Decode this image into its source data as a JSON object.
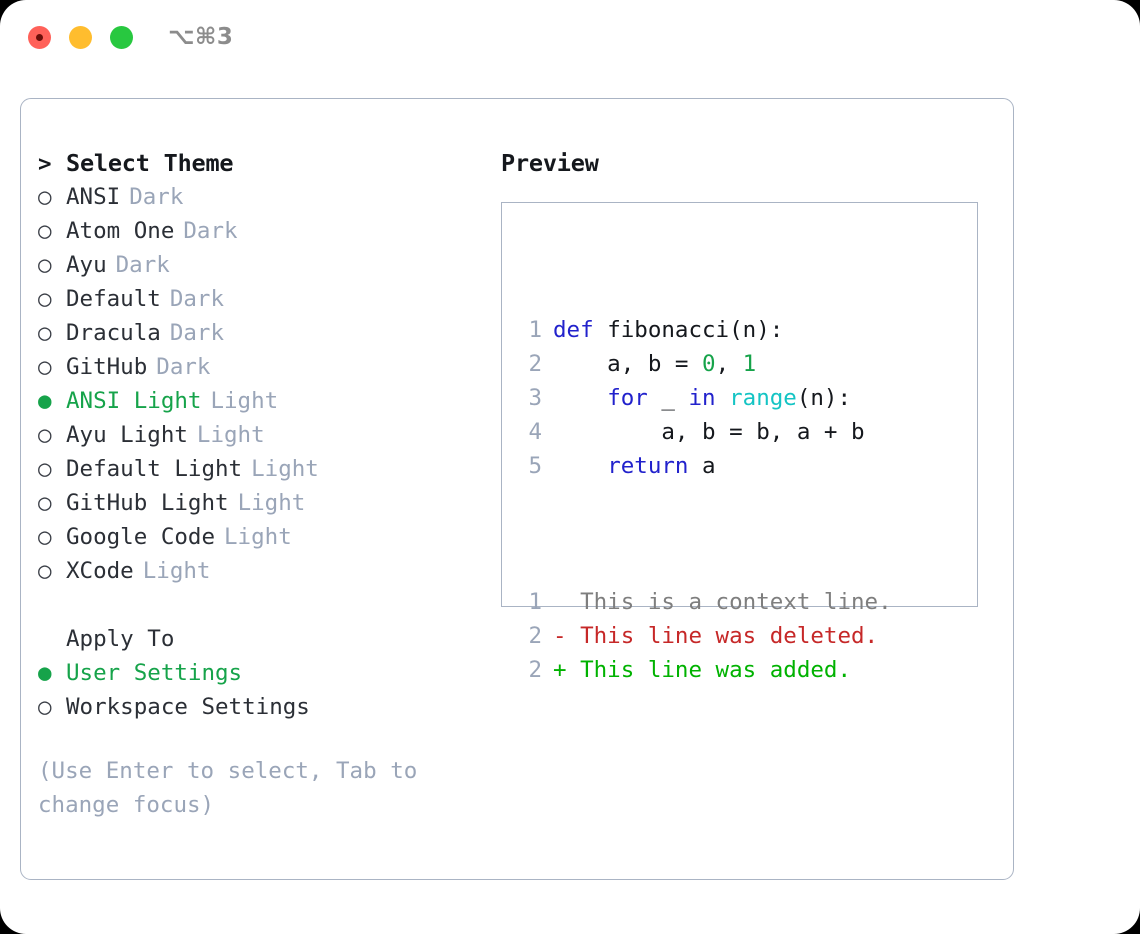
{
  "titlebar": {
    "shortcut": "⌥⌘3",
    "dots": [
      "close-red",
      "minimize-yellow",
      "zoom-green"
    ]
  },
  "colors": {
    "accent_green": "#16a34a",
    "muted": "#9aa5b8",
    "text": "#2b2f36",
    "border": "#aab4c4",
    "keyword_blue": "#2222cc",
    "builtin_cyan": "#14c4c4",
    "number_green": "#16a34a",
    "diff_add": "#00b200",
    "diff_del": "#c62828",
    "diff_ctx": "#7e7e7e"
  },
  "theme_list": {
    "header": "Select Theme",
    "header_marker": ">",
    "marker_selected": "●",
    "marker_unselected": "○",
    "items": [
      {
        "name": "ANSI",
        "variant": "Dark",
        "selected": false
      },
      {
        "name": "Atom One",
        "variant": "Dark",
        "selected": false
      },
      {
        "name": "Ayu",
        "variant": "Dark",
        "selected": false
      },
      {
        "name": "Default",
        "variant": "Dark",
        "selected": false
      },
      {
        "name": "Dracula",
        "variant": "Dark",
        "selected": false
      },
      {
        "name": "GitHub",
        "variant": "Dark",
        "selected": false
      },
      {
        "name": "ANSI Light",
        "variant": "Light",
        "selected": true
      },
      {
        "name": "Ayu Light",
        "variant": "Light",
        "selected": false
      },
      {
        "name": "Default Light",
        "variant": "Light",
        "selected": false
      },
      {
        "name": "GitHub Light",
        "variant": "Light",
        "selected": false
      },
      {
        "name": "Google Code",
        "variant": "Light",
        "selected": false
      },
      {
        "name": "XCode",
        "variant": "Light",
        "selected": false
      }
    ]
  },
  "apply_to": {
    "header": "Apply To",
    "items": [
      {
        "name": "User Settings",
        "selected": true
      },
      {
        "name": "Workspace Settings",
        "selected": false
      }
    ]
  },
  "hint": "(Use Enter to select, Tab to change focus)",
  "preview": {
    "title": "Preview",
    "code_lines": [
      {
        "no": "1",
        "tokens": [
          {
            "t": "def",
            "c": "kw"
          },
          {
            "t": " ",
            "c": "punc"
          },
          {
            "t": "fibonacci",
            "c": "id"
          },
          {
            "t": "(n):",
            "c": "punc"
          }
        ]
      },
      {
        "no": "2",
        "tokens": [
          {
            "t": "    a, b = ",
            "c": "id"
          },
          {
            "t": "0",
            "c": "num"
          },
          {
            "t": ", ",
            "c": "punc"
          },
          {
            "t": "1",
            "c": "num"
          }
        ]
      },
      {
        "no": "3",
        "tokens": [
          {
            "t": "    ",
            "c": "punc"
          },
          {
            "t": "for",
            "c": "kw"
          },
          {
            "t": " _ ",
            "c": "id"
          },
          {
            "t": "in",
            "c": "kw"
          },
          {
            "t": " ",
            "c": "punc"
          },
          {
            "t": "range",
            "c": "fn"
          },
          {
            "t": "(n):",
            "c": "punc"
          }
        ]
      },
      {
        "no": "4",
        "tokens": [
          {
            "t": "        a, b = b, a + b",
            "c": "id"
          }
        ]
      },
      {
        "no": "5",
        "tokens": [
          {
            "t": "    ",
            "c": "punc"
          },
          {
            "t": "return",
            "c": "kw"
          },
          {
            "t": " a",
            "c": "id"
          }
        ]
      }
    ],
    "diff_lines": [
      {
        "no": "1",
        "prefix": "  ",
        "text": "This is a context line.",
        "kind": "ctx"
      },
      {
        "no": "2",
        "prefix": "- ",
        "text": "This line was deleted.",
        "kind": "del"
      },
      {
        "no": "2",
        "prefix": "+ ",
        "text": "This line was added.",
        "kind": "add"
      }
    ]
  }
}
